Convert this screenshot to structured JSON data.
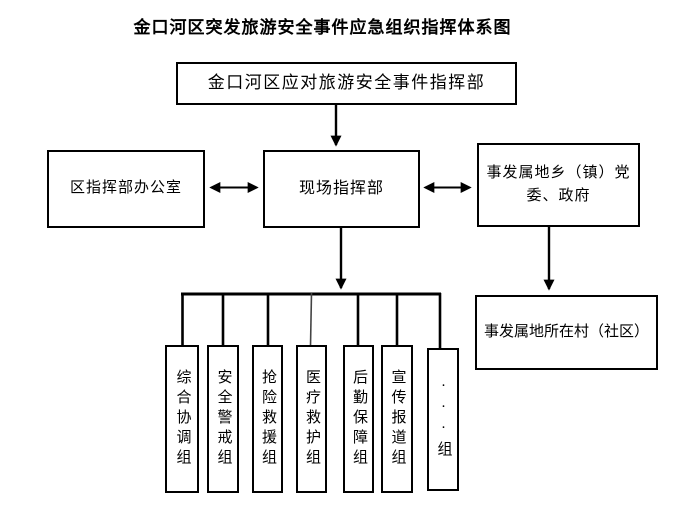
{
  "title": "金口河区突发旅游安全事件应急组织指挥体系图",
  "colors": {
    "ink": "#000000",
    "background": "#ffffff"
  },
  "nodes": {
    "headquarters": "金口河区应对旅游安全事件指挥部",
    "office": "区指挥部办公室",
    "field_command": "现场指挥部",
    "township": "事发属地乡（镇）党委、政府",
    "village": "事发属地所在村（社区）",
    "groups": [
      {
        "label": "综合协调组"
      },
      {
        "label": "安全警戒组"
      },
      {
        "label": "抢险救援组"
      },
      {
        "label": "医疗救护组"
      },
      {
        "label": "后勤保障组"
      },
      {
        "label": "宣传报道组"
      },
      {
        "label": "···组"
      }
    ]
  },
  "edges": [
    {
      "from": "headquarters",
      "to": "field_command",
      "style": "arrow-down"
    },
    {
      "from": "office",
      "to": "field_command",
      "style": "double-arrow"
    },
    {
      "from": "field_command",
      "to": "township",
      "style": "double-arrow"
    },
    {
      "from": "township",
      "to": "village",
      "style": "arrow-down"
    },
    {
      "from": "field_command",
      "to": "groups",
      "style": "arrow-down-fanout"
    }
  ]
}
